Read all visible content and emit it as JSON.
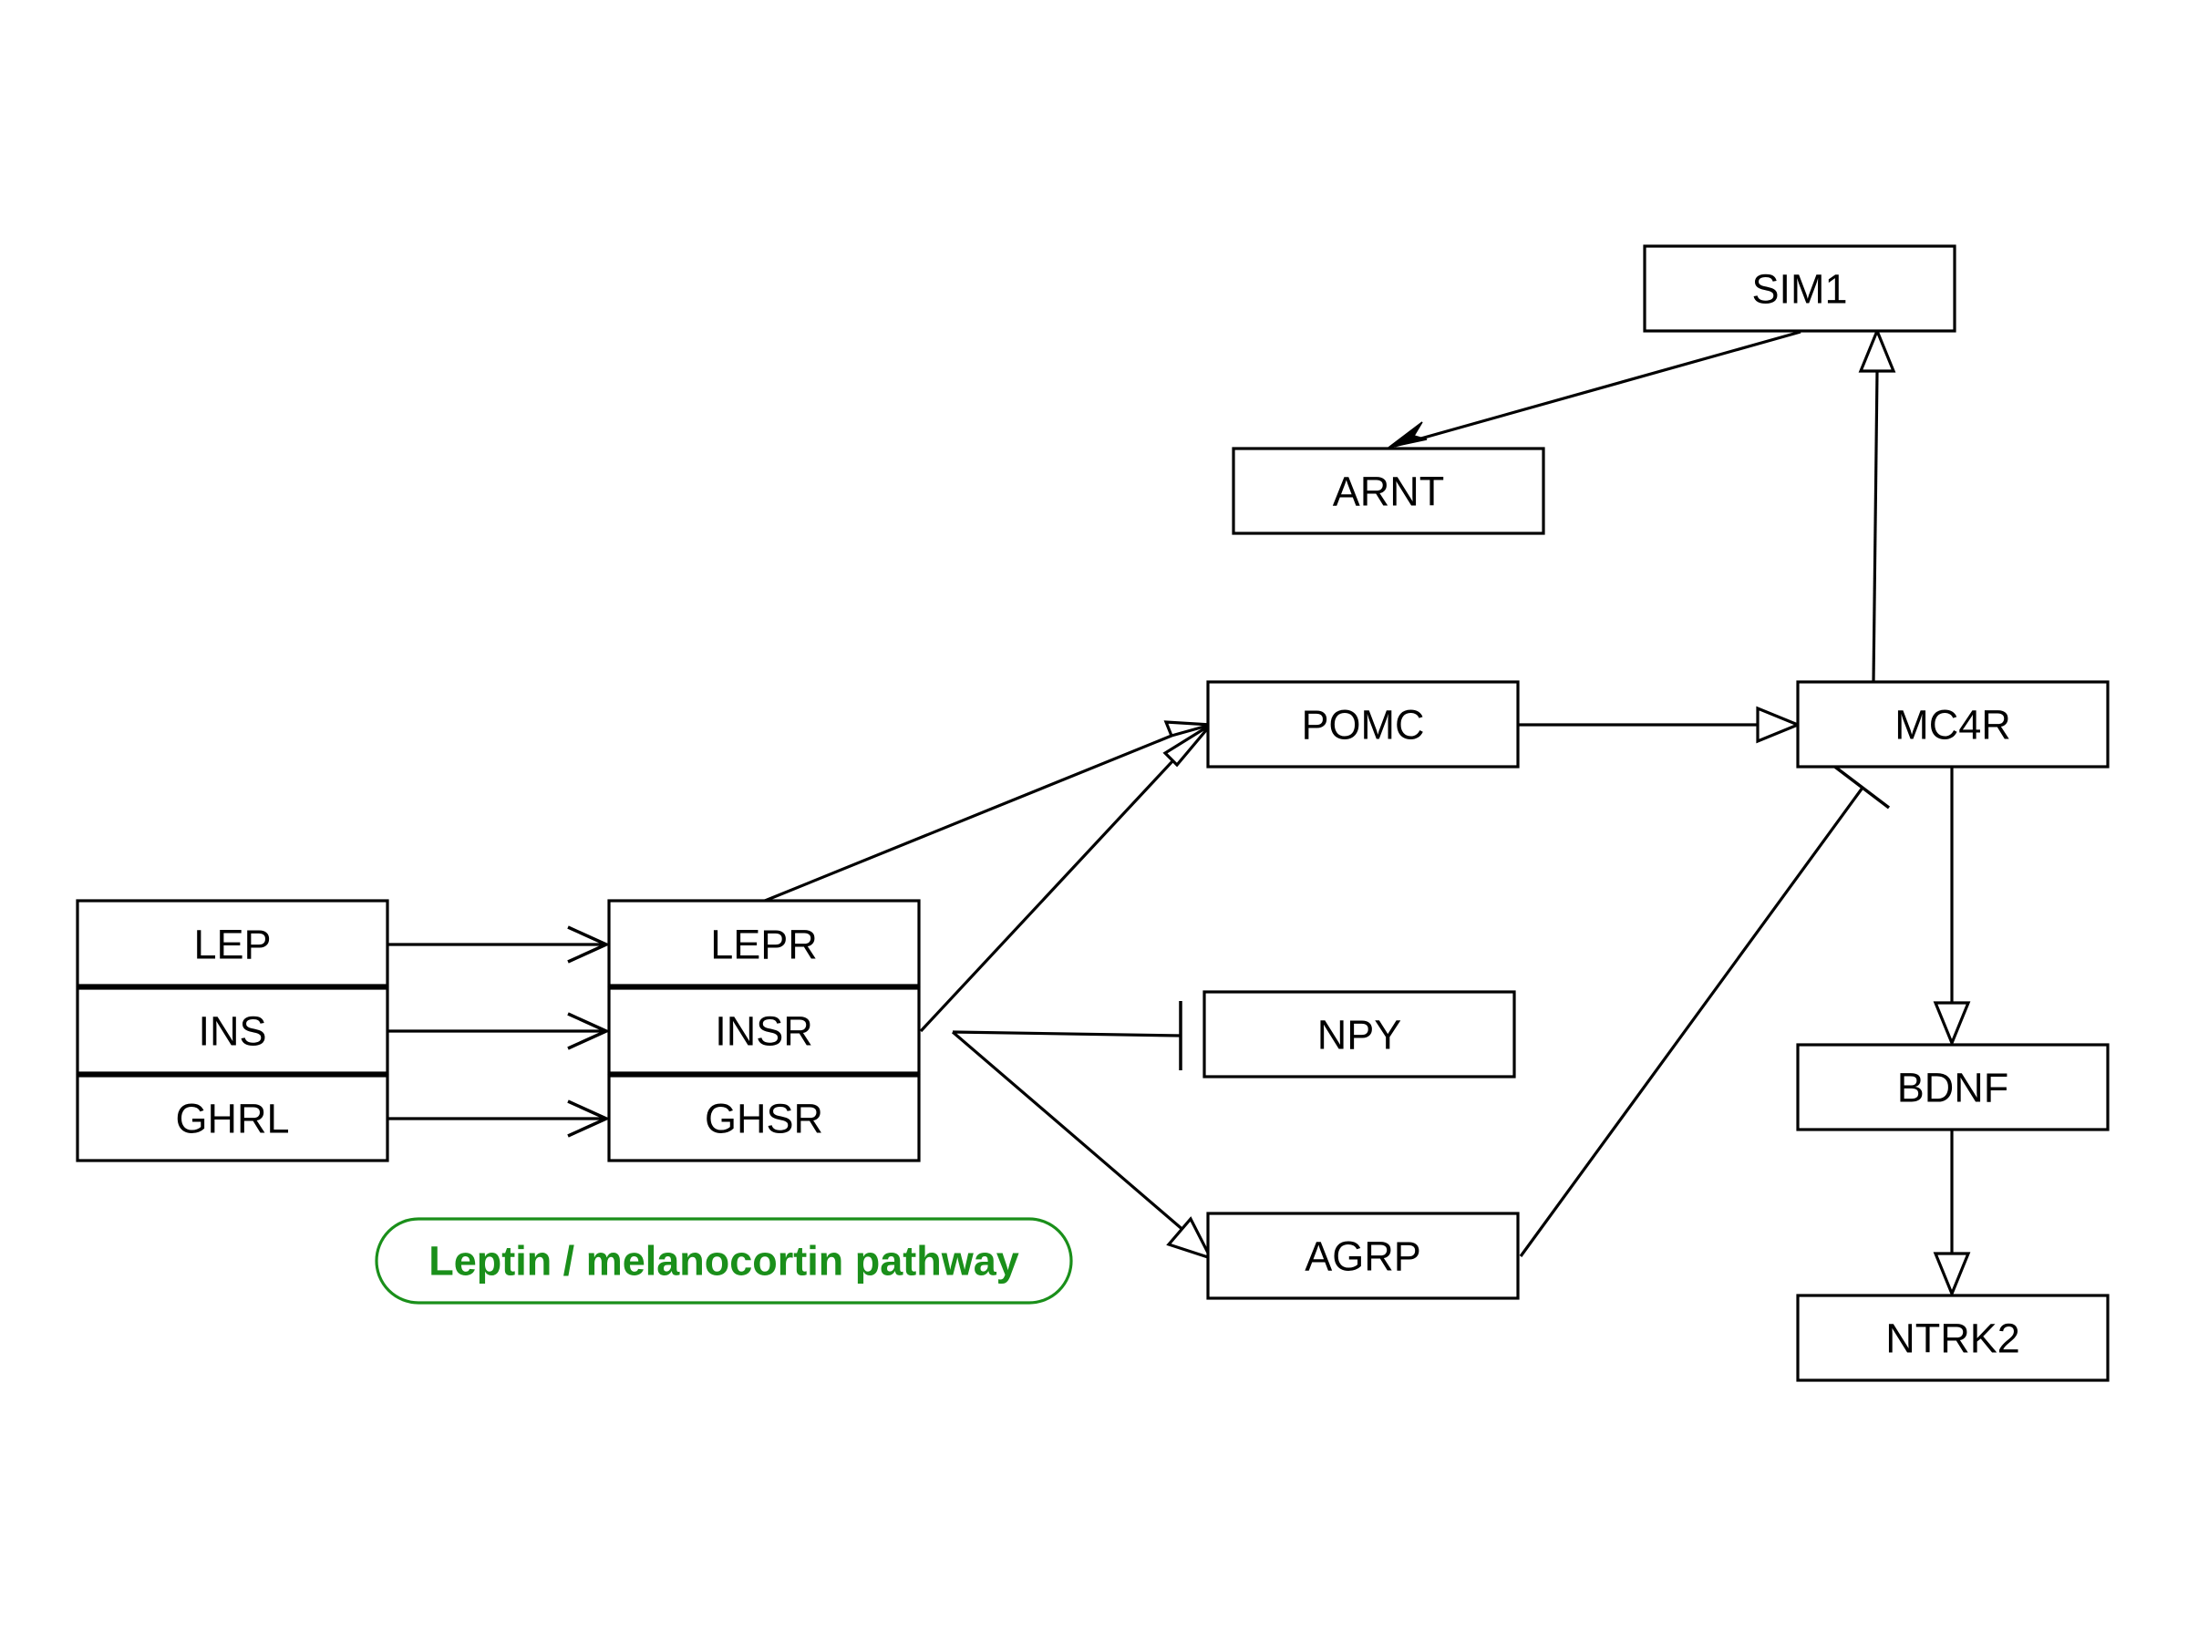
{
  "nodes": {
    "lep": "LEP",
    "ins": "INS",
    "ghrl": "GHRL",
    "lepr": "LEPR",
    "insr": "INSR",
    "ghsr": "GHSR",
    "pomc": "POMC",
    "npy": "NPY",
    "agrp": "AGRP",
    "mc4r": "MC4R",
    "sim1": "SIM1",
    "arnt": "ARNT",
    "bdnf": "BDNF",
    "ntrk2": "NTRK2"
  },
  "edges": [
    {
      "from": "LEP",
      "to": "LEPR",
      "type": "activation"
    },
    {
      "from": "INS",
      "to": "INSR",
      "type": "activation"
    },
    {
      "from": "GHRL",
      "to": "GHSR",
      "type": "activation"
    },
    {
      "from": "LEPR",
      "to": "POMC",
      "type": "open-arrow"
    },
    {
      "from": "INSR",
      "to": "POMC",
      "type": "open-arrow"
    },
    {
      "from": "INSR",
      "to": "NPY",
      "type": "inhibition"
    },
    {
      "from": "INSR",
      "to": "AGRP",
      "type": "open-arrow"
    },
    {
      "from": "POMC",
      "to": "MC4R",
      "type": "open-arrow"
    },
    {
      "from": "AGRP",
      "to": "MC4R",
      "type": "inhibition"
    },
    {
      "from": "MC4R",
      "to": "SIM1",
      "type": "open-arrow"
    },
    {
      "from": "SIM1",
      "to": "ARNT",
      "type": "arrow"
    },
    {
      "from": "MC4R",
      "to": "BDNF",
      "type": "open-arrow"
    },
    {
      "from": "BDNF",
      "to": "NTRK2",
      "type": "open-arrow"
    }
  ],
  "legend": {
    "label": "Leptin / melanocortin pathway",
    "color": "#1a8f1a"
  }
}
